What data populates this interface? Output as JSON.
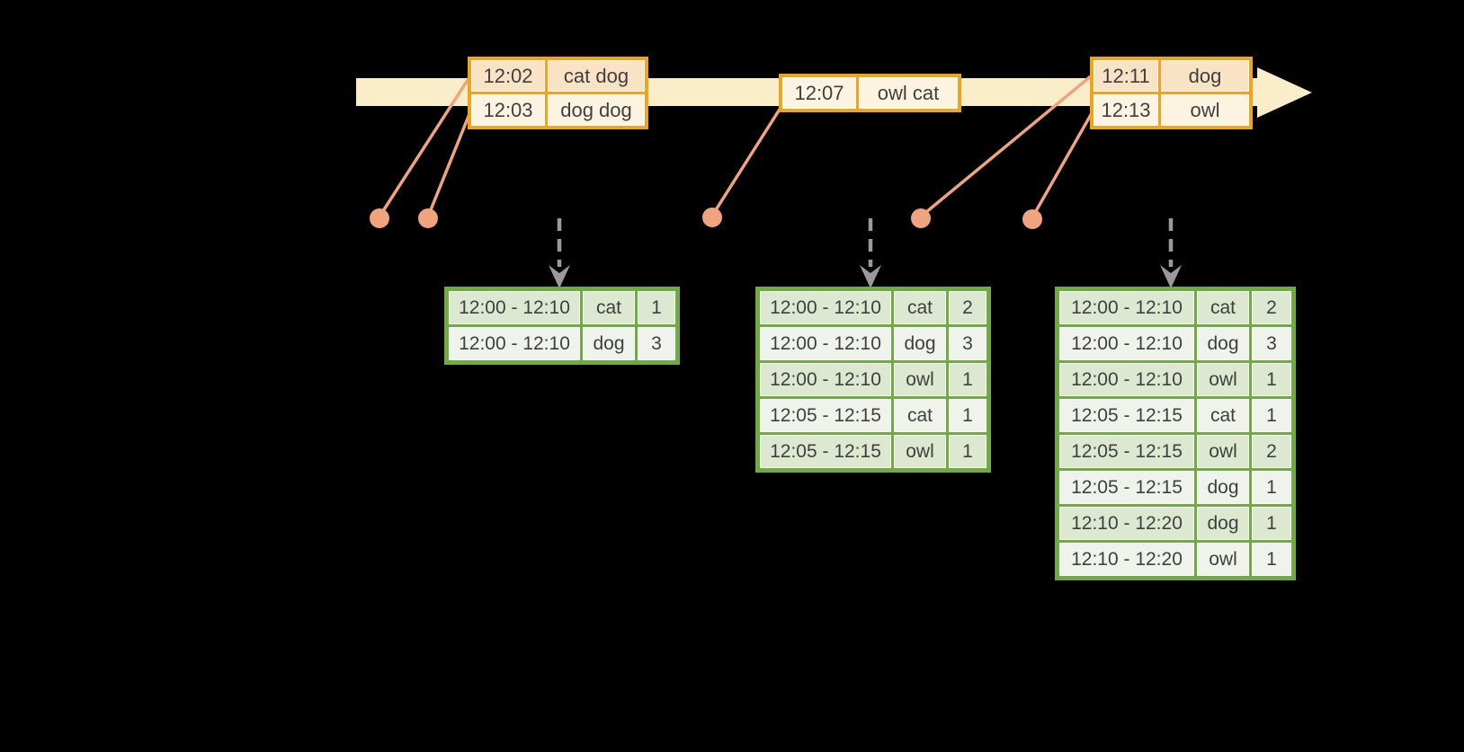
{
  "timeline": {
    "events": [
      {
        "time": "12:02",
        "words": "cat dog"
      },
      {
        "time": "12:03",
        "words": "dog dog"
      },
      {
        "time": "12:07",
        "words": "owl cat"
      },
      {
        "time": "12:11",
        "words": "dog"
      },
      {
        "time": "12:13",
        "words": "owl"
      }
    ]
  },
  "event_tables": [
    {
      "rows": [
        [
          "12:02",
          "cat dog"
        ],
        [
          "12:03",
          "dog dog"
        ]
      ]
    },
    {
      "rows": [
        [
          "12:07",
          "owl cat"
        ]
      ]
    },
    {
      "rows": [
        [
          "12:11",
          "dog"
        ],
        [
          "12:13",
          "owl"
        ]
      ]
    }
  ],
  "result_tables": [
    {
      "rows": [
        [
          "12:00 - 12:10",
          "cat",
          "1"
        ],
        [
          "12:00 - 12:10",
          "dog",
          "3"
        ]
      ]
    },
    {
      "rows": [
        [
          "12:00 - 12:10",
          "cat",
          "2"
        ],
        [
          "12:00 - 12:10",
          "dog",
          "3"
        ],
        [
          "12:00 - 12:10",
          "owl",
          "1"
        ],
        [
          "12:05 - 12:15",
          "cat",
          "1"
        ],
        [
          "12:05 - 12:15",
          "owl",
          "1"
        ]
      ]
    },
    {
      "rows": [
        [
          "12:00 - 12:10",
          "cat",
          "2"
        ],
        [
          "12:00 - 12:10",
          "dog",
          "3"
        ],
        [
          "12:00 - 12:10",
          "owl",
          "1"
        ],
        [
          "12:05 - 12:15",
          "cat",
          "1"
        ],
        [
          "12:05 - 12:15",
          "owl",
          "2"
        ],
        [
          "12:05 - 12:15",
          "dog",
          "1"
        ],
        [
          "12:10 - 12:20",
          "dog",
          "1"
        ],
        [
          "12:10 - 12:20",
          "owl",
          "1"
        ]
      ]
    }
  ],
  "colors": {
    "background": "#000000",
    "timeline_band": "#FAEECA",
    "orange_border": "#EDA41E",
    "peach_fill": "#FAE3C4",
    "cream_fill": "#FDF3E1",
    "salmon": "#F0A47D",
    "green_border": "#71AA45",
    "sage_dark": "#DDE8D0",
    "sage_light": "#EFF3EB",
    "gray_arrow": "#9A9A9A",
    "text": "#3F3F3F"
  }
}
